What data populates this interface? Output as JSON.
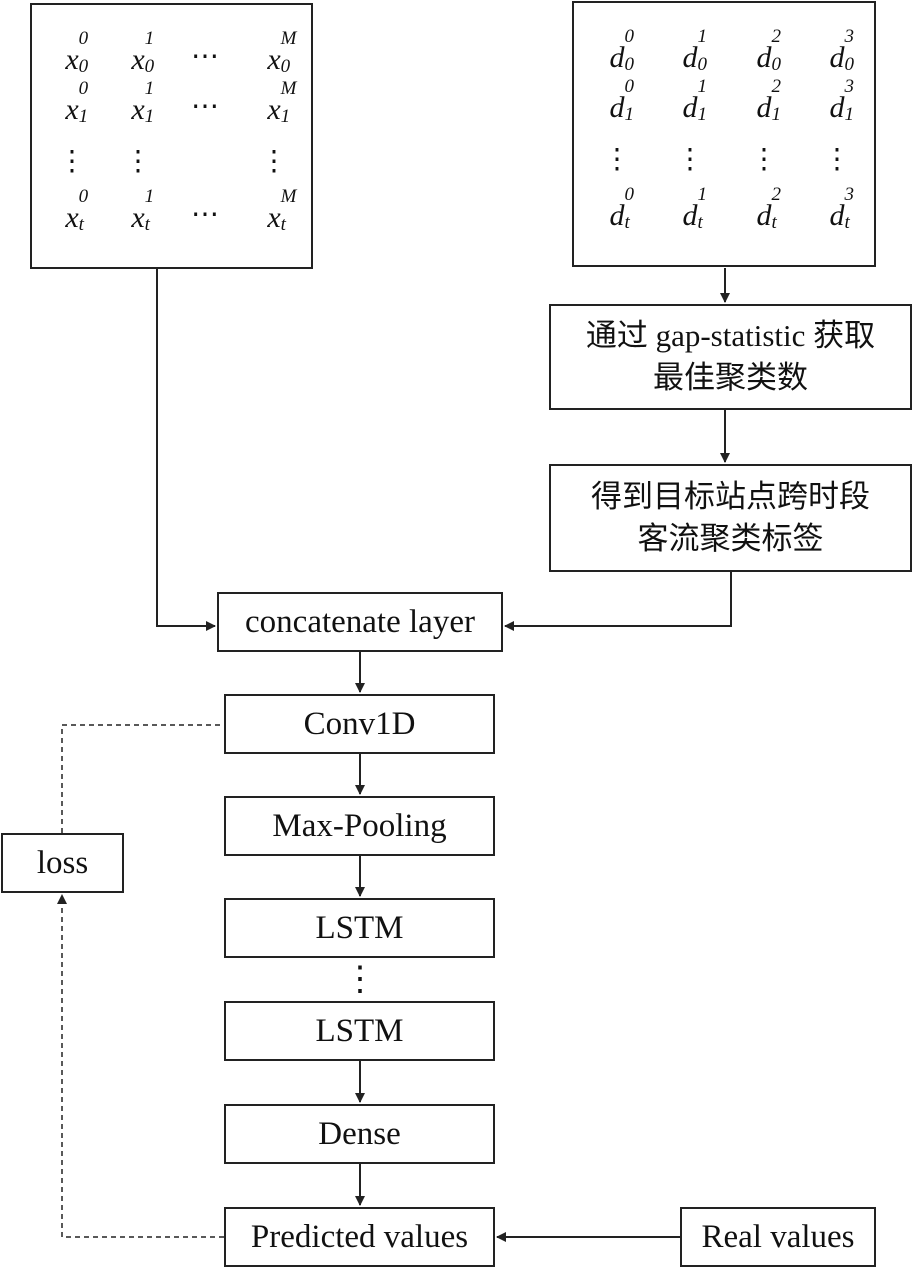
{
  "matrix_x": {
    "rows": [
      [
        {
          "b": "x",
          "sup": "0",
          "sub": "0"
        },
        {
          "b": "x",
          "sup": "1",
          "sub": "0"
        },
        {
          "dots": "⋯"
        },
        {
          "b": "x",
          "sup": "M",
          "sub": "0"
        }
      ],
      [
        {
          "b": "x",
          "sup": "0",
          "sub": "1"
        },
        {
          "b": "x",
          "sup": "1",
          "sub": "1"
        },
        {
          "dots": "⋯"
        },
        {
          "b": "x",
          "sup": "M",
          "sub": "1"
        }
      ],
      [
        {
          "vdots": "⋮"
        },
        {
          "vdots": "⋮"
        },
        {
          "blank": ""
        },
        {
          "vdots": "⋮"
        }
      ],
      [
        {
          "b": "x",
          "sup": "0",
          "sub": "t"
        },
        {
          "b": "x",
          "sup": "1",
          "sub": "t"
        },
        {
          "dots": "⋯"
        },
        {
          "b": "x",
          "sup": "M",
          "sub": "t"
        }
      ]
    ]
  },
  "matrix_d": {
    "rows": [
      [
        {
          "b": "d",
          "sup": "0",
          "sub": "0"
        },
        {
          "b": "d",
          "sup": "1",
          "sub": "0"
        },
        {
          "b": "d",
          "sup": "2",
          "sub": "0"
        },
        {
          "b": "d",
          "sup": "3",
          "sub": "0"
        }
      ],
      [
        {
          "b": "d",
          "sup": "0",
          "sub": "1"
        },
        {
          "b": "d",
          "sup": "1",
          "sub": "1"
        },
        {
          "b": "d",
          "sup": "2",
          "sub": "1"
        },
        {
          "b": "d",
          "sup": "3",
          "sub": "1"
        }
      ],
      [
        {
          "vdots": "⋮"
        },
        {
          "vdots": "⋮"
        },
        {
          "vdots": "⋮"
        },
        {
          "vdots": "⋮"
        }
      ],
      [
        {
          "b": "d",
          "sup": "0",
          "sub": "t"
        },
        {
          "b": "d",
          "sup": "1",
          "sub": "t"
        },
        {
          "b": "d",
          "sup": "2",
          "sub": "t"
        },
        {
          "b": "d",
          "sup": "3",
          "sub": "t"
        }
      ]
    ]
  },
  "nodes": {
    "gap_line1": "通过 gap-statistic 获取",
    "gap_line2": "最佳聚类数",
    "label_line1": "得到目标站点跨时段",
    "label_line2": "客流聚类标签",
    "concat": "concatenate layer",
    "conv": "Conv1D",
    "pool": "Max-Pooling",
    "lstm1": "LSTM",
    "vdots": "⋮",
    "lstm2": "LSTM",
    "dense": "Dense",
    "predicted": "Predicted values",
    "real": "Real values",
    "loss": "loss"
  }
}
